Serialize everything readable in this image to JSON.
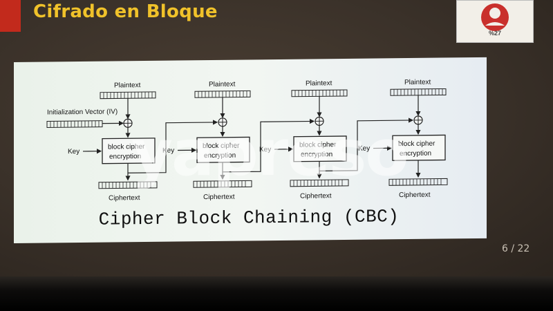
{
  "slide": {
    "title": "Cifrado en Bloque",
    "page_counter": "6 / 22",
    "logo_text": "%27"
  },
  "diagram": {
    "iv_label": "Initialization Vector (IV)",
    "plaintext_label": "Plaintext",
    "ciphertext_label": "Ciphertext",
    "key_label": "Key",
    "cipher_line1": "block cipher",
    "cipher_line2": "encryption",
    "xor_symbol": "⊕",
    "caption": "Cipher Block Chaining (CBC)"
  },
  "watermark": "yapreso",
  "colors": {
    "title": "#f0c22a",
    "accent_red": "#c22a1c",
    "panel": "#eef3ee",
    "slide_bg": "#3a3129"
  }
}
